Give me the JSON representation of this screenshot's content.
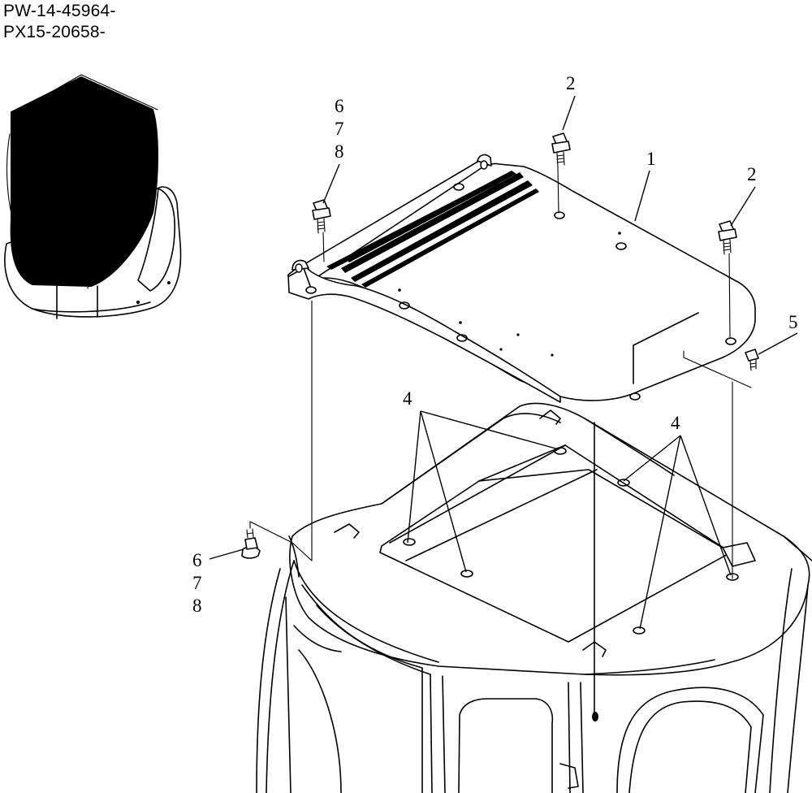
{
  "serial_numbers": [
    "PW-14-45964-",
    "PX15-20658-"
  ],
  "callouts": {
    "part_1": "1",
    "part_2_top": "2",
    "part_2_right": "2",
    "part_4_left": "4",
    "part_4_right": "4",
    "part_5": "5",
    "part_6_upper": "6",
    "part_7_upper": "7",
    "part_8_upper": "8",
    "part_6_lower": "6",
    "part_7_lower": "7",
    "part_8_lower": "8"
  }
}
